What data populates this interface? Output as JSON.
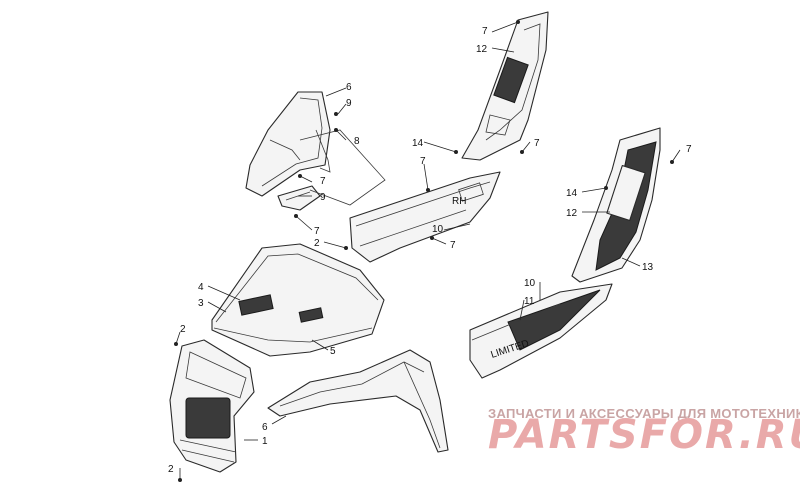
{
  "callouts": [
    {
      "id": "c1",
      "label": "7"
    },
    {
      "id": "c2",
      "label": "12"
    },
    {
      "id": "c3",
      "label": "6"
    },
    {
      "id": "c4",
      "label": "9"
    },
    {
      "id": "c5",
      "label": "8"
    },
    {
      "id": "c6",
      "label": "14"
    },
    {
      "id": "c7",
      "label": "7"
    },
    {
      "id": "c8",
      "label": "7"
    },
    {
      "id": "c9",
      "label": "7"
    },
    {
      "id": "c10",
      "label": "9"
    },
    {
      "id": "c11",
      "label": "7"
    },
    {
      "id": "c12",
      "label": "10"
    },
    {
      "id": "c13",
      "label": "2"
    },
    {
      "id": "c14",
      "label": "7"
    },
    {
      "id": "c15",
      "label": "7"
    },
    {
      "id": "c16",
      "label": "14"
    },
    {
      "id": "c17",
      "label": "12"
    },
    {
      "id": "c18",
      "label": "13"
    },
    {
      "id": "c19",
      "label": "4"
    },
    {
      "id": "c20",
      "label": "3"
    },
    {
      "id": "c21",
      "label": "5"
    },
    {
      "id": "c22",
      "label": "10"
    },
    {
      "id": "c23",
      "label": "11"
    },
    {
      "id": "c24",
      "label": "2"
    },
    {
      "id": "c25",
      "label": "6"
    },
    {
      "id": "c26",
      "label": "1"
    },
    {
      "id": "c27",
      "label": "2"
    }
  ],
  "watermark": {
    "line": "ЗАПЧАСТИ И АКСЕССУАРЫ ДЛЯ МОТОТЕХНИКИ",
    "logo": "PARTSFOR.RU",
    "color": "#e9a9a9"
  }
}
